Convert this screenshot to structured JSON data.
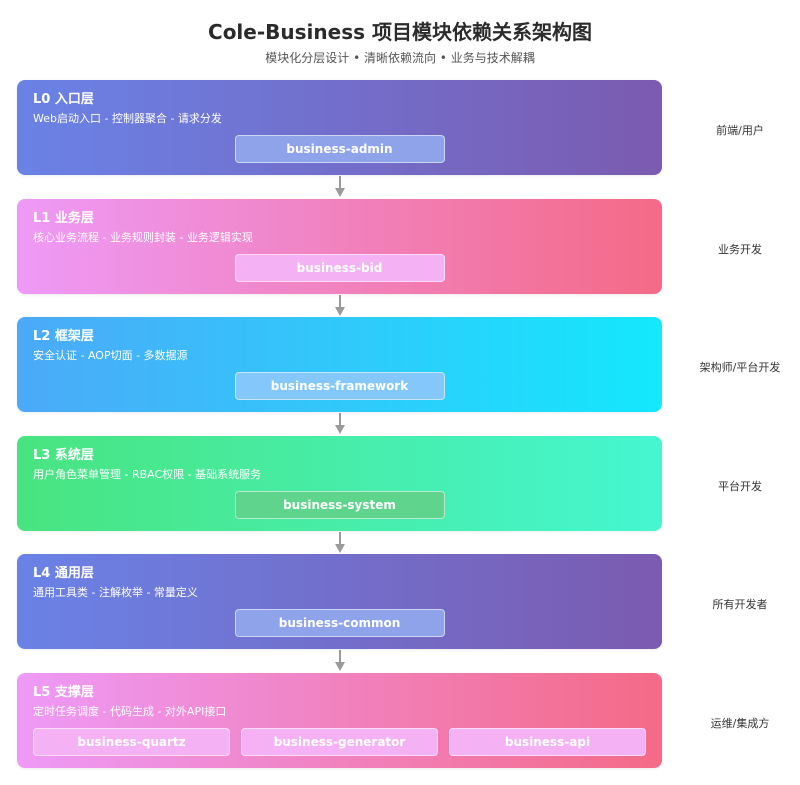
{
  "title": "Cole-Business 项目模块依赖关系架构图",
  "subtitle": "模块化分层设计 • 清晰依赖流向 • 业务与技术解耦",
  "layers": [
    {
      "name": "L0 入口层",
      "desc": "Web启动入口 - 控制器聚合 - 请求分发",
      "modules": [
        "business-admin"
      ],
      "role": "前端/用户",
      "gradient": [
        "#6a82e6",
        "#7b5bb0"
      ],
      "module_bg": "#8ea3ea"
    },
    {
      "name": "L1 业务层",
      "desc": "核心业务流程 - 业务规则封装 - 业务逻辑实现",
      "modules": [
        "business-bid"
      ],
      "role": "业务开发",
      "gradient": [
        "#ee9af7",
        "#f46a87"
      ],
      "module_bg": "#f4b1f4"
    },
    {
      "name": "L2 框架层",
      "desc": "安全认证 - AOP切面 - 多数据源",
      "modules": [
        "business-framework"
      ],
      "role": "架构师/平台开发",
      "gradient": [
        "#4ca9f8",
        "#14e8fd"
      ],
      "module_bg": "#84c8fb"
    },
    {
      "name": "L3 系统层",
      "desc": "用户角色菜单管理 - RBAC权限 - 基础系统服务",
      "modules": [
        "business-system"
      ],
      "role": "平台开发",
      "gradient": [
        "#49e480",
        "#45f6d0"
      ],
      "module_bg": "#5ed48c"
    },
    {
      "name": "L4 通用层",
      "desc": "通用工具类 - 注解枚举 - 常量定义",
      "modules": [
        "business-common"
      ],
      "role": "所有开发者",
      "gradient": [
        "#6a82e6",
        "#7b5bb0"
      ],
      "module_bg": "#8ea3ea"
    },
    {
      "name": "L5 支撑层",
      "desc": "定时任务调度 - 代码生成 - 对外API接口",
      "modules": [
        "business-quartz",
        "business-generator",
        "business-api"
      ],
      "role": "运维/集成方",
      "gradient": [
        "#ee9af7",
        "#f46a87"
      ],
      "module_bg": "#f4b1f4"
    }
  ],
  "colors": {
    "arrow": "#9a9a9a",
    "title": "#2b2b2b"
  }
}
